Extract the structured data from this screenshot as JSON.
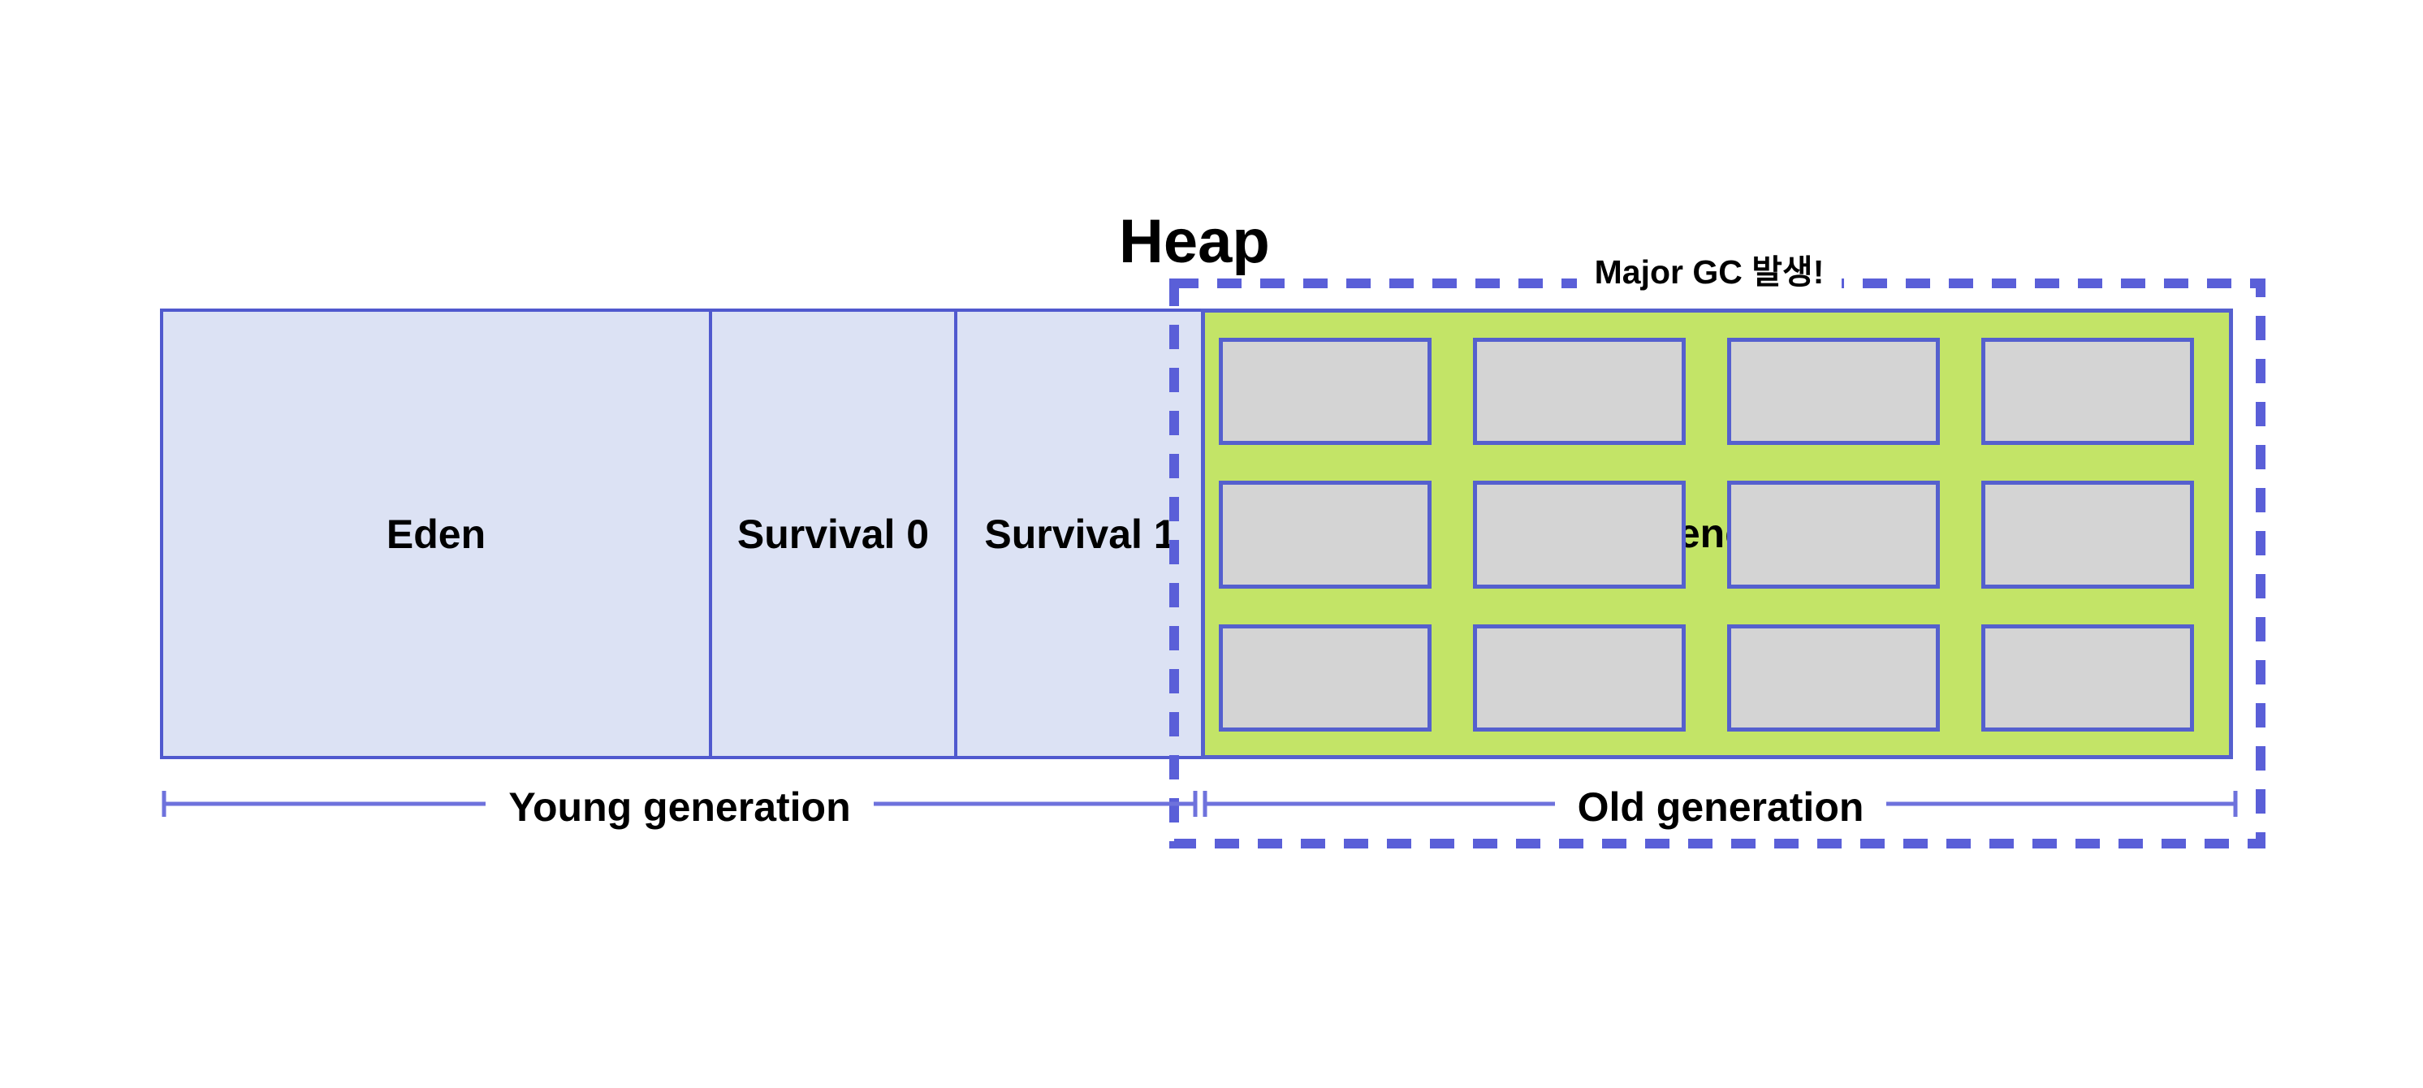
{
  "title": "Heap",
  "annotation": {
    "label": "Major GC 발생!"
  },
  "heap": {
    "regions": [
      {
        "label": "Eden"
      },
      {
        "label": "Survival 0"
      },
      {
        "label": "Survival 1"
      }
    ],
    "old_region_label": "Old generation"
  },
  "old_gen_grid": {
    "rows": 3,
    "cols": 4
  },
  "brackets": {
    "young_label": "Young generation",
    "old_label": "Old generation"
  },
  "colors": {
    "background": "#FFFFFF",
    "text": "#000000",
    "light_blue_fill": "#DCE2F4",
    "box_border": "#5059CE",
    "green_fill": "#C3E467",
    "gray_fill": "#D4D4D4",
    "cell_border": "#5560CE",
    "dash_blue": "#5A5FD8",
    "bracket_blue": "#6E72DC"
  }
}
